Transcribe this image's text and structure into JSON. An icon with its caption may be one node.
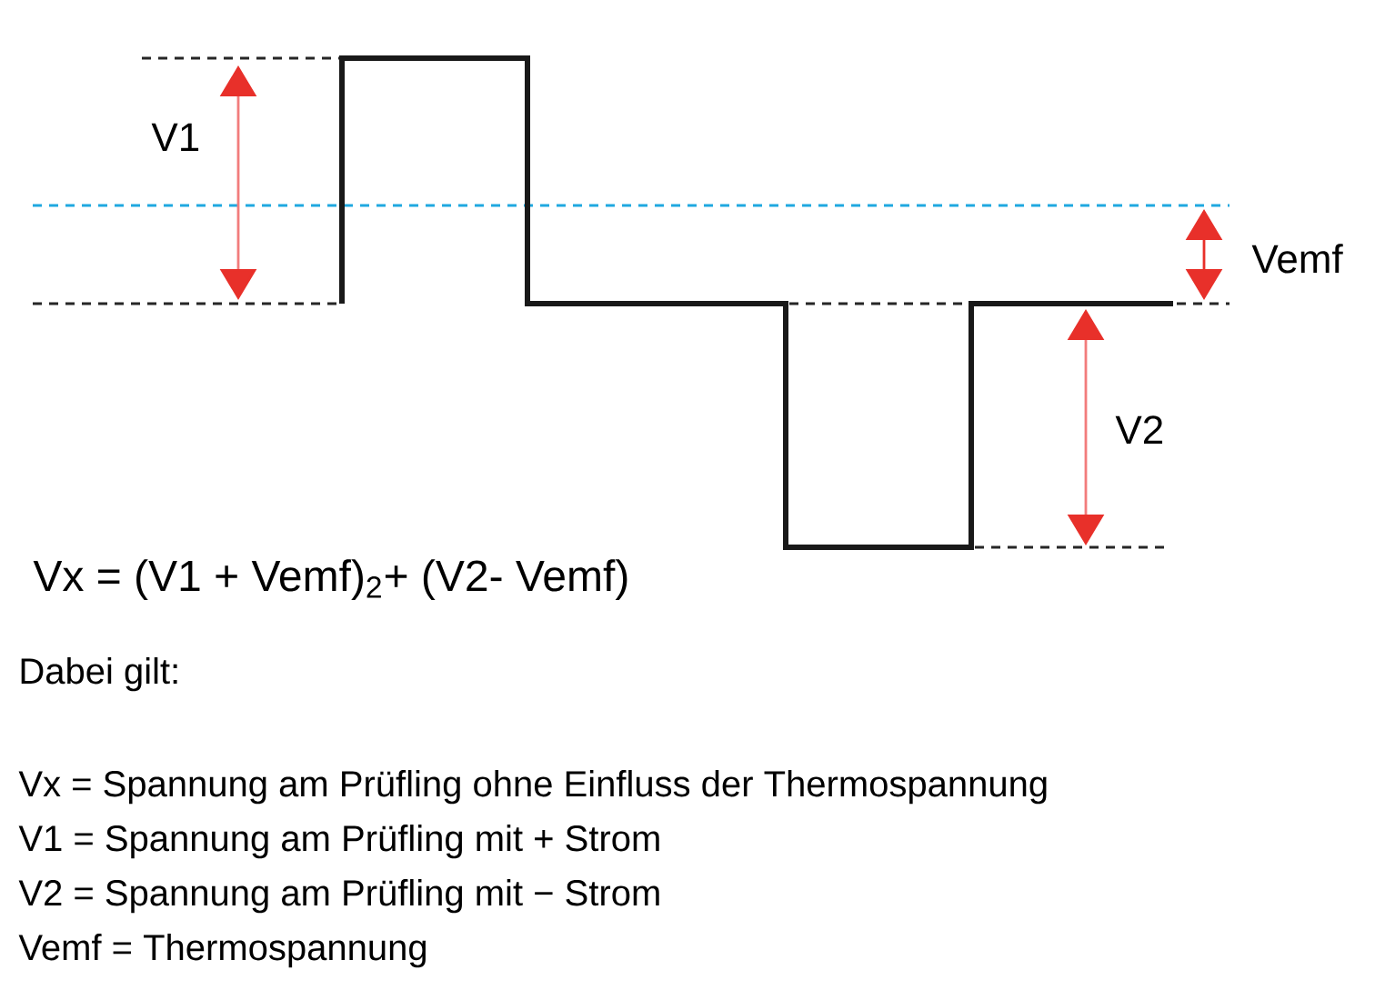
{
  "diagram": {
    "labels": [
      "V1",
      "Vemf",
      "V2",
      "Vx = (V1 + Vemf)$_{2}$+ (V2- Vemf)",
      "Dabei gilt:",
      "Vx = Spannung am Prüfling ohne Einfluss der Thermospannung",
      "V1 = Spannung am Prüfling mit + Strom",
      "V2 = Spannung am Prüfling mit − Strom",
      "Vemf = Thermospannung"
    ]
  }
}
